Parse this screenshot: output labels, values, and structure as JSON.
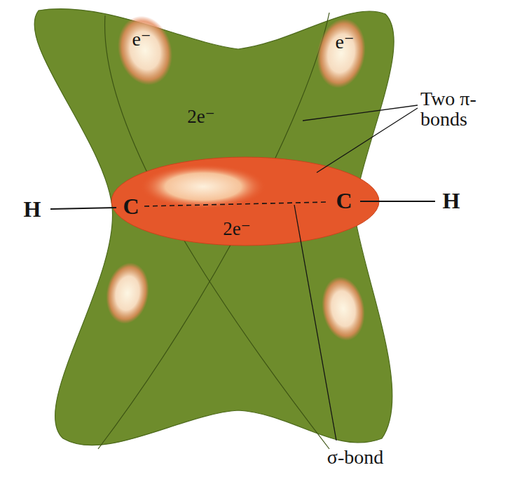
{
  "diagram": {
    "nodes": [
      {
        "text": [
          "e⁻",
          "e⁻",
          "2e⁻"
        ]
      },
      {
        "text": [
          "C",
          "2e⁻",
          "C"
        ]
      }
    ],
    "labels": [
      "H",
      "H",
      "Two π-bonds",
      "σ-bond"
    ]
  }
}
